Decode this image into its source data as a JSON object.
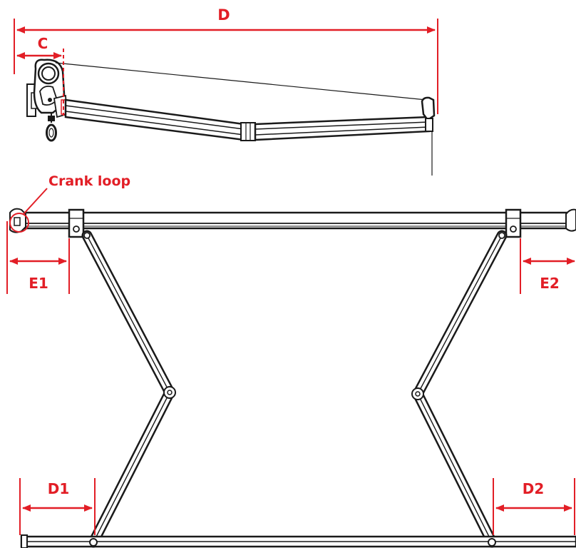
{
  "labels": {
    "d": "D",
    "c": "C",
    "crank_loop": "Crank loop",
    "e1": "E1",
    "e2": "E2",
    "d1": "D1",
    "d2": "D2"
  },
  "colors": {
    "dimension": "#e21e26",
    "drawing": "#1a1a1a",
    "background": "#ffffff"
  },
  "icons": {
    "dimension_arrows": "arrowhead",
    "crank_marker": "red-circle"
  }
}
